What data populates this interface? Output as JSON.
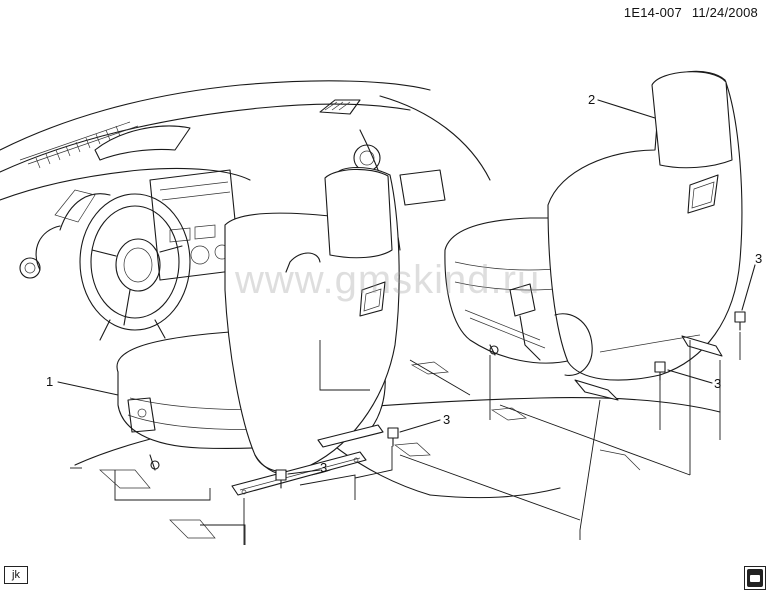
{
  "header": {
    "part_code": "1E14-007",
    "date": "11/24/2008"
  },
  "watermark": "www.gmskind.ru",
  "footer": {
    "initials": "jk",
    "logo_icon": "gm-spo-logo-icon"
  },
  "callouts": [
    {
      "id": "seat-driver",
      "label": "1"
    },
    {
      "id": "seat-passenger",
      "label": "2"
    },
    {
      "id": "bolt-right",
      "label": "3"
    },
    {
      "id": "bolt-rear-right",
      "label": "3"
    },
    {
      "id": "bolt-center",
      "label": "3"
    },
    {
      "id": "bolt-front-left",
      "label": "3"
    }
  ]
}
